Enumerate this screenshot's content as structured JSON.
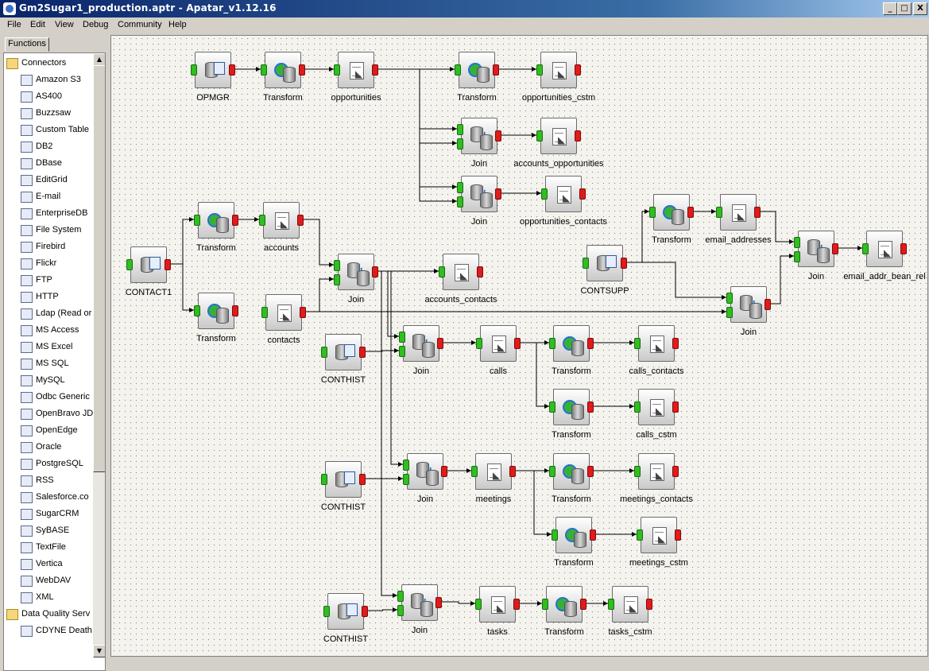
{
  "window": {
    "title": "Gm2Sugar1_production.aptr - Apatar_v1.12.16",
    "controls": [
      "_",
      "□",
      "X"
    ]
  },
  "menu": [
    "File",
    "Edit",
    "View",
    "Debug",
    "Community",
    "Help"
  ],
  "panel": {
    "tab_label": "Functions",
    "tree": [
      {
        "label": "Connectors",
        "type": "folder",
        "icon": "folder-icon"
      },
      {
        "label": "Amazon S3",
        "type": "item",
        "icon": "amazon-s3-icon"
      },
      {
        "label": "AS400",
        "type": "item",
        "icon": "as400-icon"
      },
      {
        "label": "Buzzsaw",
        "type": "item",
        "icon": "buzzsaw-icon"
      },
      {
        "label": "Custom Table",
        "type": "item",
        "icon": "custom-table-icon"
      },
      {
        "label": "DB2",
        "type": "item",
        "icon": "db2-icon"
      },
      {
        "label": "DBase",
        "type": "item",
        "icon": "dbase-icon"
      },
      {
        "label": "EditGrid",
        "type": "item",
        "icon": "editgrid-icon"
      },
      {
        "label": "E-mail",
        "type": "item",
        "icon": "email-icon"
      },
      {
        "label": "EnterpriseDB",
        "type": "item",
        "icon": "enterprisedb-icon"
      },
      {
        "label": "File System",
        "type": "item",
        "icon": "file-system-icon"
      },
      {
        "label": "Firebird",
        "type": "item",
        "icon": "firebird-icon"
      },
      {
        "label": "Flickr",
        "type": "item",
        "icon": "flickr-icon"
      },
      {
        "label": "FTP",
        "type": "item",
        "icon": "ftp-icon"
      },
      {
        "label": "HTTP",
        "type": "item",
        "icon": "http-icon"
      },
      {
        "label": "Ldap (Read or",
        "type": "item",
        "icon": "ldap-icon"
      },
      {
        "label": "MS Access",
        "type": "item",
        "icon": "ms-access-icon"
      },
      {
        "label": "MS Excel",
        "type": "item",
        "icon": "ms-excel-icon"
      },
      {
        "label": "MS SQL",
        "type": "item",
        "icon": "ms-sql-icon"
      },
      {
        "label": "MySQL",
        "type": "item",
        "icon": "mysql-icon"
      },
      {
        "label": "Odbc Generic",
        "type": "item",
        "icon": "odbc-icon"
      },
      {
        "label": "OpenBravo JD",
        "type": "item",
        "icon": "openbravo-icon"
      },
      {
        "label": "OpenEdge",
        "type": "item",
        "icon": "openedge-icon"
      },
      {
        "label": "Oracle",
        "type": "item",
        "icon": "oracle-icon"
      },
      {
        "label": "PostgreSQL",
        "type": "item",
        "icon": "postgresql-icon"
      },
      {
        "label": "RSS",
        "type": "item",
        "icon": "rss-icon"
      },
      {
        "label": "Salesforce.co",
        "type": "item",
        "icon": "salesforce-icon"
      },
      {
        "label": "SugarCRM",
        "type": "item",
        "icon": "sugarcrm-icon"
      },
      {
        "label": "SyBASE",
        "type": "item",
        "icon": "sybase-icon"
      },
      {
        "label": "TextFile",
        "type": "item",
        "icon": "textfile-icon"
      },
      {
        "label": "Vertica",
        "type": "item",
        "icon": "vertica-icon"
      },
      {
        "label": "WebDAV",
        "type": "item",
        "icon": "webdav-icon"
      },
      {
        "label": "XML",
        "type": "item",
        "icon": "xml-icon"
      },
      {
        "label": "Data Quality Serv",
        "type": "folder",
        "icon": "folder-icon"
      },
      {
        "label": "CDYNE Death",
        "type": "item",
        "icon": "cdyne-icon"
      }
    ]
  },
  "diagram": {
    "nodes": [
      {
        "id": "opmgr",
        "label": "OPMGR",
        "kind": "source"
      },
      {
        "id": "t1",
        "label": "Transform",
        "kind": "transform"
      },
      {
        "id": "opportunities",
        "label": "opportunities",
        "kind": "sink"
      },
      {
        "id": "t2",
        "label": "Transform",
        "kind": "transform"
      },
      {
        "id": "opportunities_cstm",
        "label": "opportunities_cstm",
        "kind": "sink"
      },
      {
        "id": "j1",
        "label": "Join",
        "kind": "join"
      },
      {
        "id": "accounts_opportunities",
        "label": "accounts_opportunities",
        "kind": "sink"
      },
      {
        "id": "j2",
        "label": "Join",
        "kind": "join"
      },
      {
        "id": "opportunities_contacts",
        "label": "opportunities_contacts",
        "kind": "sink"
      },
      {
        "id": "contact1",
        "label": "CONTACT1",
        "kind": "source"
      },
      {
        "id": "t3",
        "label": "Transform",
        "kind": "transform"
      },
      {
        "id": "accounts",
        "label": "accounts",
        "kind": "sink"
      },
      {
        "id": "j3",
        "label": "Join",
        "kind": "join"
      },
      {
        "id": "accounts_contacts",
        "label": "accounts_contacts",
        "kind": "sink"
      },
      {
        "id": "t4",
        "label": "Transform",
        "kind": "transform"
      },
      {
        "id": "contacts",
        "label": "contacts",
        "kind": "sink"
      },
      {
        "id": "contsupp",
        "label": "CONTSUPP",
        "kind": "source"
      },
      {
        "id": "t5",
        "label": "Transform",
        "kind": "transform"
      },
      {
        "id": "email_addresses",
        "label": "email_addresses",
        "kind": "sink"
      },
      {
        "id": "j4",
        "label": "Join",
        "kind": "join"
      },
      {
        "id": "email_addr_bean_rel",
        "label": "email_addr_bean_rel",
        "kind": "sink"
      },
      {
        "id": "j5",
        "label": "Join",
        "kind": "join"
      },
      {
        "id": "conthist1",
        "label": "CONTHIST",
        "kind": "source"
      },
      {
        "id": "j6",
        "label": "Join",
        "kind": "join"
      },
      {
        "id": "calls",
        "label": "calls",
        "kind": "sink"
      },
      {
        "id": "t6",
        "label": "Transform",
        "kind": "transform"
      },
      {
        "id": "calls_contacts",
        "label": "calls_contacts",
        "kind": "sink"
      },
      {
        "id": "t7",
        "label": "Transform",
        "kind": "transform"
      },
      {
        "id": "calls_cstm",
        "label": "calls_cstm",
        "kind": "sink"
      },
      {
        "id": "conthist2",
        "label": "CONTHIST",
        "kind": "source"
      },
      {
        "id": "j7",
        "label": "Join",
        "kind": "join"
      },
      {
        "id": "meetings",
        "label": "meetings",
        "kind": "sink"
      },
      {
        "id": "t8",
        "label": "Transform",
        "kind": "transform"
      },
      {
        "id": "meetings_contacts",
        "label": "meetings_contacts",
        "kind": "sink"
      },
      {
        "id": "t9",
        "label": "Transform",
        "kind": "transform"
      },
      {
        "id": "meetings_cstm",
        "label": "meetings_cstm",
        "kind": "sink"
      },
      {
        "id": "conthist3",
        "label": "CONTHIST",
        "kind": "source"
      },
      {
        "id": "j8",
        "label": "Join",
        "kind": "join"
      },
      {
        "id": "tasks",
        "label": "tasks",
        "kind": "sink"
      },
      {
        "id": "t10",
        "label": "Transform",
        "kind": "transform"
      },
      {
        "id": "tasks_cstm",
        "label": "tasks_cstm",
        "kind": "sink"
      }
    ]
  }
}
